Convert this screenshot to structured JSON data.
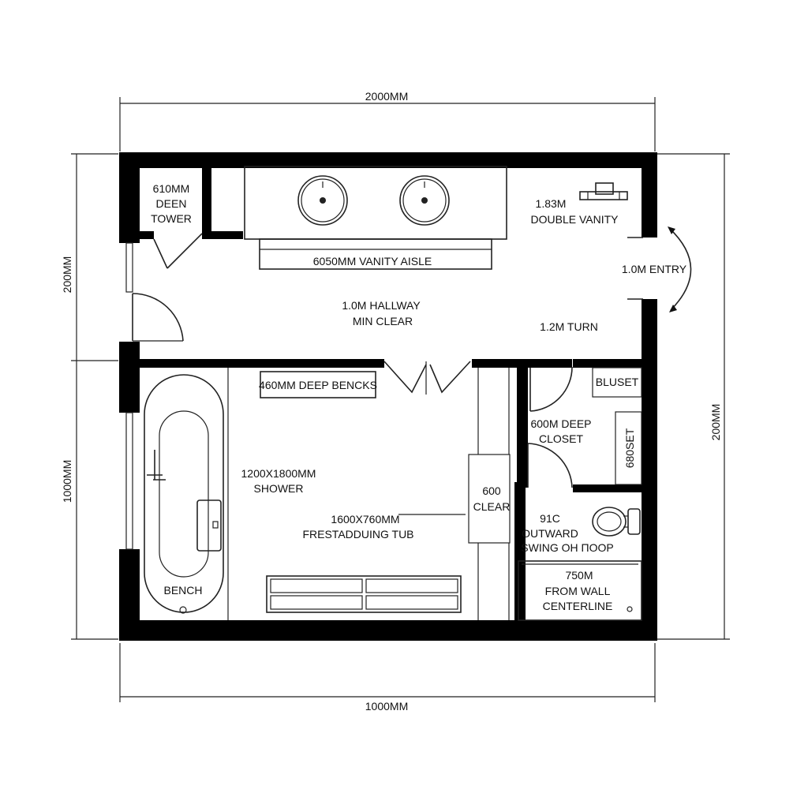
{
  "dimensions": {
    "top": "2000MM",
    "bottom": "1000MM",
    "left_upper": "200MM",
    "left_lower": "1000MM",
    "right": "200MM"
  },
  "rooms": {
    "towel": [
      "610MM",
      "DEEN",
      "TOWER"
    ],
    "vanity": [
      "1.83M",
      "DOUBLE VANITY"
    ],
    "vanity_aisle": "6050MM VANITY AISLE",
    "entry": "1.0M ENTRY",
    "hallway": [
      "1.0M HALLWAY",
      "MIN CLEAR"
    ],
    "turn": "1.2M TURN",
    "benches": "460MM DEEP BENCKS",
    "shower": [
      "1200X1800MM",
      "SHOWER"
    ],
    "tub": [
      "1600X760MM",
      "FRESTADDUING TUB"
    ],
    "bench": "BENCH",
    "clear": [
      "600",
      "CLEAR"
    ],
    "closet": [
      "600M DEEP",
      "CLOSET"
    ],
    "bluset": "BLUSET",
    "closet_side": "680SET",
    "wc": [
      "91C",
      "OUTWARD",
      "SWING OH ПООР"
    ],
    "wall_note": [
      "750M",
      "FROM WALL",
      "CENTERLINE"
    ]
  }
}
